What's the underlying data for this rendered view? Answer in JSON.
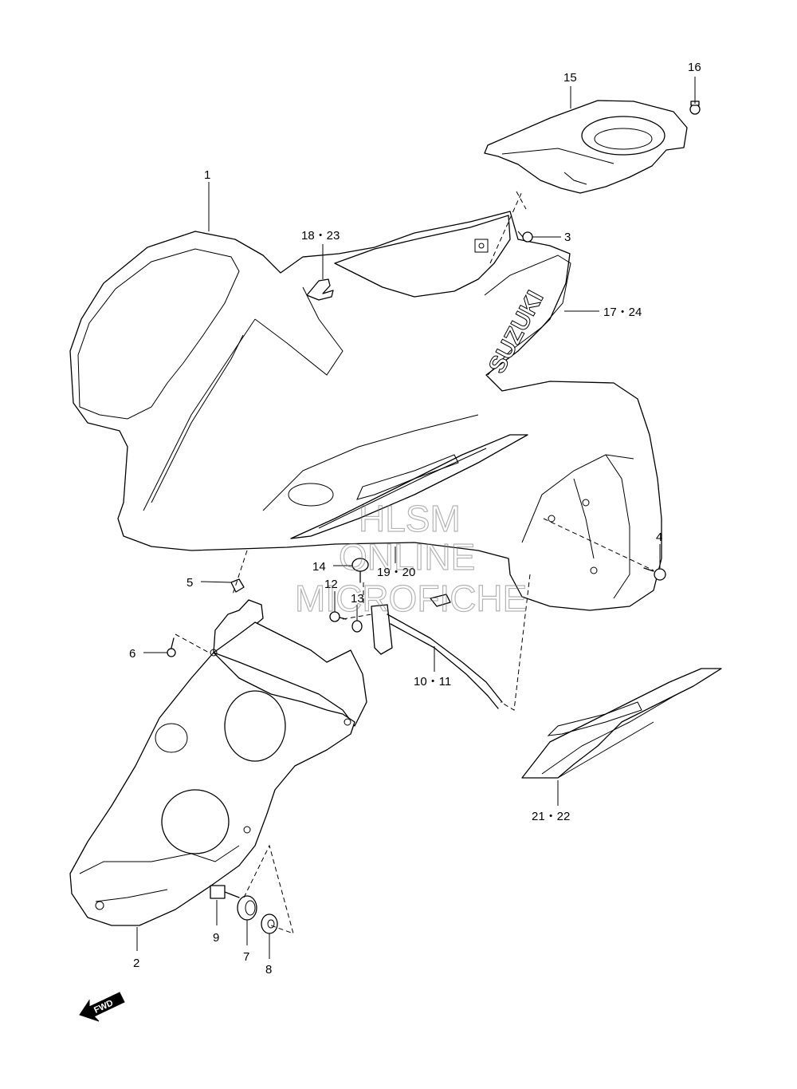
{
  "watermark": [
    "HLSM",
    "ONLINE",
    "MICROFICHE"
  ],
  "brand_text": "SUZUKI",
  "direction_label": "FWD",
  "callouts": {
    "c1": "1",
    "c2": "2",
    "c3": "3",
    "c4": "4",
    "c5": "5",
    "c6": "6",
    "c7": "7",
    "c8": "8",
    "c9": "9",
    "c10_11": "10・11",
    "c12": "12",
    "c13": "13",
    "c14": "14",
    "c15": "15",
    "c16": "16",
    "c17_24": "17・24",
    "c18_23": "18・23",
    "c19_20": "19・20",
    "c21_22": "21・22"
  }
}
